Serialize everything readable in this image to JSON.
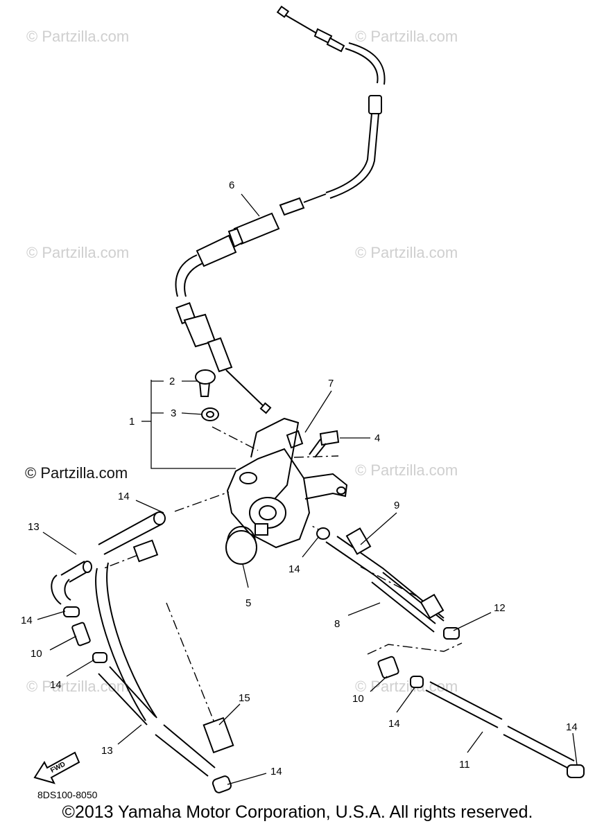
{
  "diagram": {
    "watermark": "© Partzilla.com",
    "diagram_code": "8DS100-8050",
    "fwd_label": "FWD",
    "copyright": "©2013  Yamaha Motor Corporation, U.S.A. All rights reserved.",
    "callouts": {
      "c1": "1",
      "c2": "2",
      "c3": "3",
      "c4": "4",
      "c5": "5",
      "c6": "6",
      "c7": "7",
      "c8": "8",
      "c9": "9",
      "c10a": "10",
      "c10b": "10",
      "c11": "11",
      "c12": "12",
      "c13a": "13",
      "c13b": "13",
      "c14a": "14",
      "c14b": "14",
      "c14c": "14",
      "c14d": "14",
      "c14e": "14",
      "c14f": "14",
      "c15": "15"
    }
  }
}
